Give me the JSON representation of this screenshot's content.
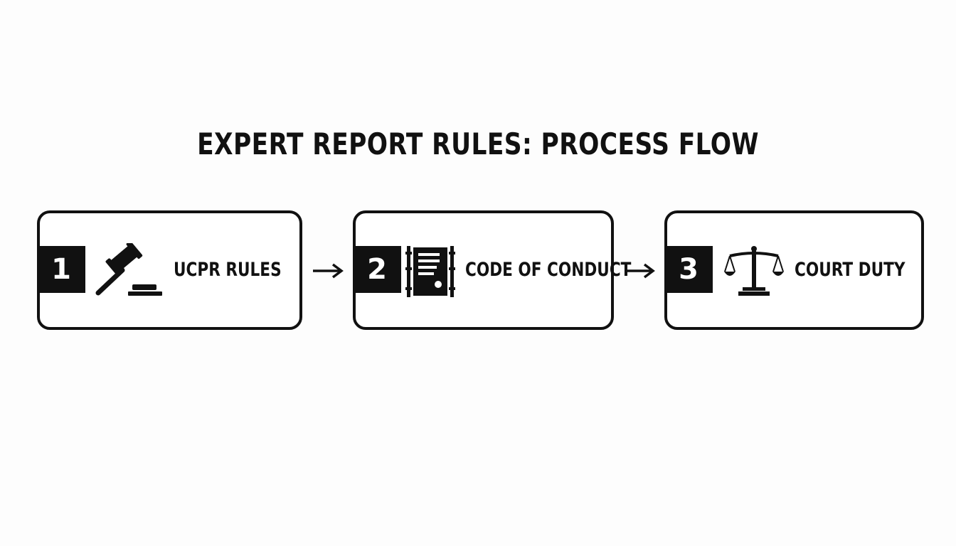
{
  "title": "EXPERT REPORT RULES: PROCESS FLOW",
  "steps": [
    {
      "number": "1",
      "label": "UCPR RULES",
      "icon": "gavel-icon"
    },
    {
      "number": "2",
      "label": "CODE OF CONDUCT",
      "icon": "scroll-document-icon"
    },
    {
      "number": "3",
      "label": "COURT DUTY",
      "icon": "scales-of-justice-icon"
    }
  ],
  "colors": {
    "ink": "#111111",
    "background": "#fdfdfd"
  }
}
